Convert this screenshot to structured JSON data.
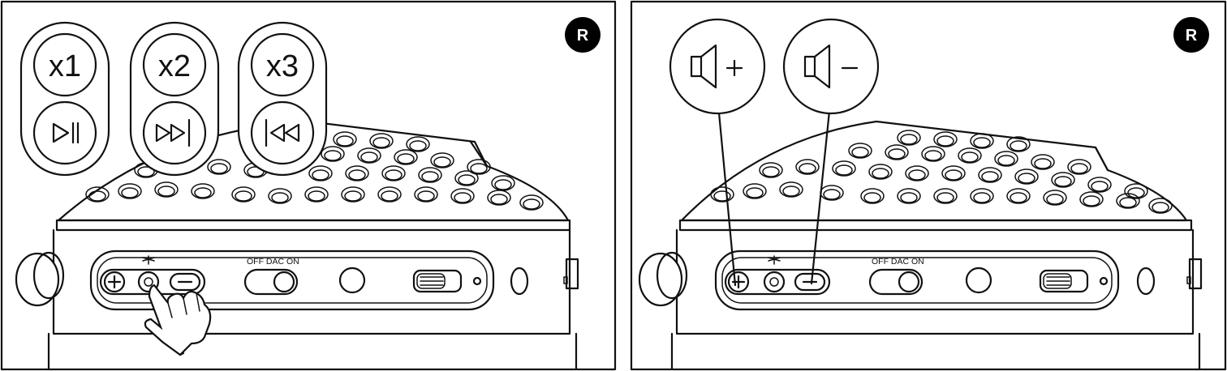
{
  "colors": {
    "line": "#111111",
    "background": "#ffffff",
    "badge": "#000000"
  },
  "panels": [
    {
      "side_badge": "R",
      "callouts": [
        {
          "count_label": "x1",
          "icon": "play-pause-icon"
        },
        {
          "count_label": "x2",
          "icon": "next-track-icon"
        },
        {
          "count_label": "x3",
          "icon": "previous-track-icon"
        }
      ],
      "dac_label": "OFF  DAC  ON",
      "hand_icon": "pointing-hand-icon"
    },
    {
      "side_badge": "R",
      "callouts": [
        {
          "icon": "volume-up-icon"
        },
        {
          "icon": "volume-down-icon"
        }
      ],
      "dac_label": "OFF  DAC  ON"
    }
  ]
}
